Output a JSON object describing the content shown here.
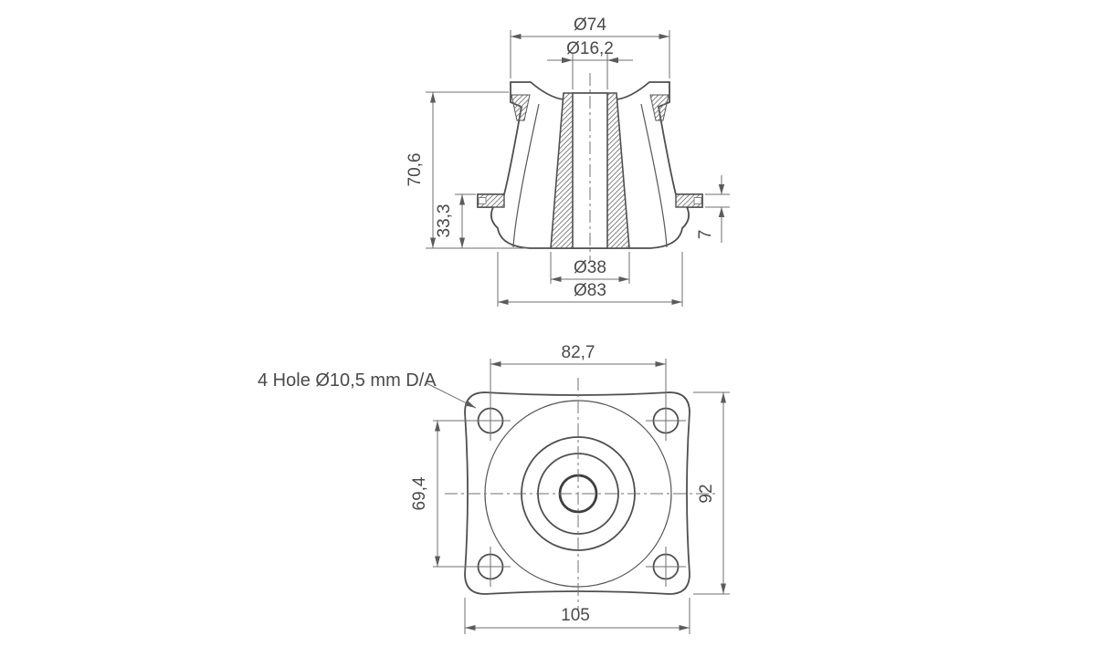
{
  "drawing": {
    "background": "#ffffff",
    "line_color": "#4f4f4f",
    "dim_line_color": "#6f6f6f",
    "text_color": "#4a4a4a",
    "front_view": {
      "dim_top_diameter": "Ø74",
      "dim_bore_diameter": "Ø16,2",
      "dim_overall_height": "70,6",
      "dim_lower_height": "33,3",
      "dim_tab_thickness": "7",
      "dim_sleeve_base_diameter": "Ø38",
      "dim_base_diameter": "Ø83"
    },
    "plan_view": {
      "hole_note": "4 Hole Ø10,5 mm D/A",
      "dim_hole_pitch_horizontal": "82,7",
      "dim_hole_pitch_vertical": "69,4",
      "dim_plate_height": "92",
      "dim_plate_width": "105"
    }
  }
}
